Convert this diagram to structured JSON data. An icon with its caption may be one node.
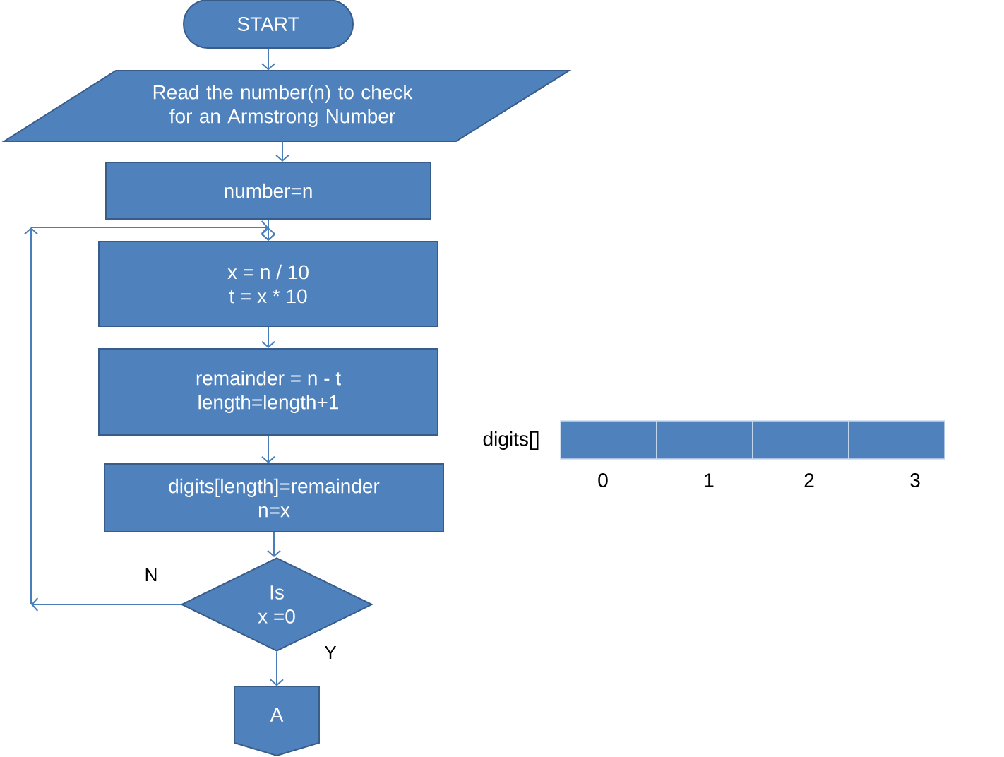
{
  "diagram": {
    "nodes": [
      {
        "text": [
          "START"
        ]
      },
      {
        "text": [
          "Read the number(n) to check for an Armstrong Number"
        ]
      },
      {
        "text": [
          "number=n"
        ]
      },
      {
        "text": [
          "x = n / 10",
          "t = x * 10"
        ]
      },
      {
        "text": [
          "remainder = n - t",
          "length=length+1"
        ]
      },
      {
        "text": [
          "digits[length]=remainder",
          "n=x"
        ]
      },
      {
        "text": [
          "Is",
          "x =0"
        ]
      },
      {
        "text": [
          "A"
        ]
      },
      {
        "text": [],
        "shape": "box",
        "beside": [
          "0"
        ]
      },
      {
        "text": [],
        "shape": "box",
        "beside": [
          "1"
        ]
      },
      {
        "text": [],
        "shape": "box",
        "beside": [
          "2"
        ]
      },
      {
        "text": [],
        "shape": "box",
        "beside": [
          "3"
        ]
      }
    ],
    "edges": [
      {
        "from": 0,
        "to": 1,
        "arrow": "to"
      },
      {
        "from": 1,
        "to": 2,
        "arrow": "to"
      },
      {
        "from": 2,
        "to": 3,
        "arrow": "to"
      },
      {
        "from": 3,
        "to": 4,
        "arrow": "to"
      },
      {
        "from": 4,
        "to": 5,
        "arrow": "to"
      },
      {
        "from": 5,
        "to": 6,
        "arrow": "to"
      },
      {
        "from": 6,
        "to": 7,
        "arrow": "to",
        "label": "Y"
      },
      {
        "from": 6,
        "to": 3,
        "arrow": "to",
        "label": "N"
      }
    ],
    "labels": [
      "digits[]"
    ]
  }
}
